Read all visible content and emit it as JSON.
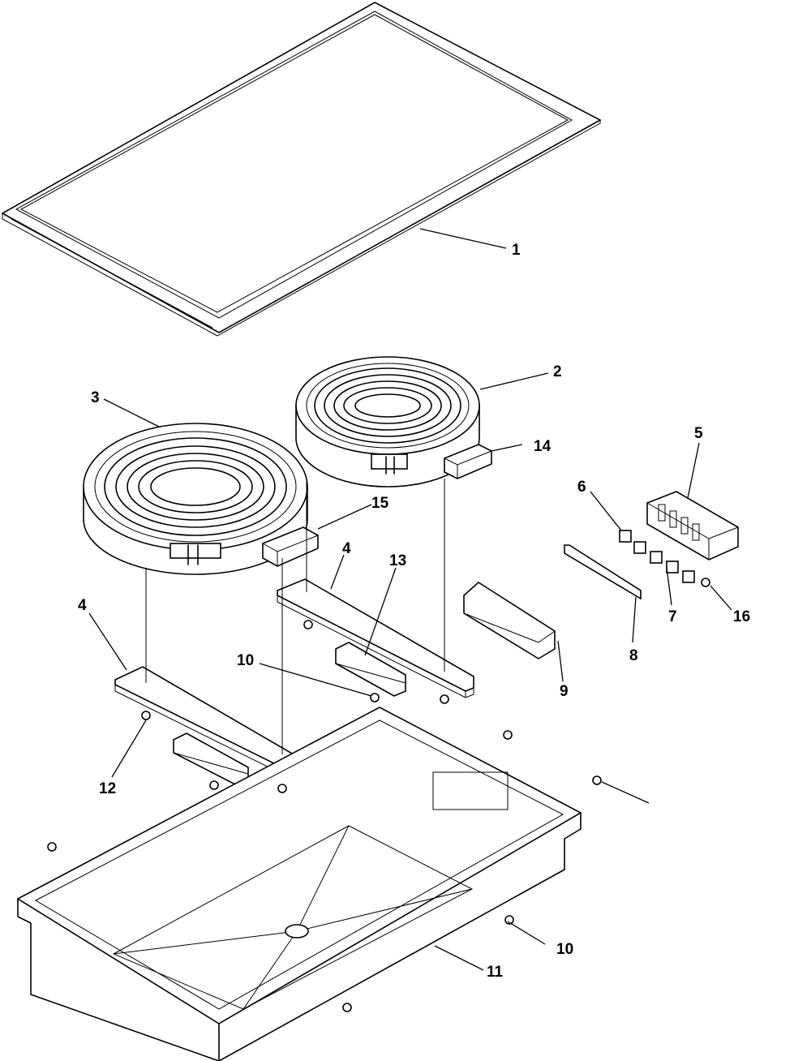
{
  "callouts": [
    {
      "id": "1",
      "label": "1"
    },
    {
      "id": "2",
      "label": "2"
    },
    {
      "id": "3",
      "label": "3"
    },
    {
      "id": "4a",
      "label": "4"
    },
    {
      "id": "4b",
      "label": "4"
    },
    {
      "id": "5",
      "label": "5"
    },
    {
      "id": "6",
      "label": "6"
    },
    {
      "id": "7",
      "label": "7"
    },
    {
      "id": "8",
      "label": "8"
    },
    {
      "id": "9",
      "label": "9"
    },
    {
      "id": "10a",
      "label": "10"
    },
    {
      "id": "10b",
      "label": "10"
    },
    {
      "id": "11",
      "label": "11"
    },
    {
      "id": "12",
      "label": "12"
    },
    {
      "id": "13",
      "label": "13"
    },
    {
      "id": "14",
      "label": "14"
    },
    {
      "id": "15",
      "label": "15"
    },
    {
      "id": "16",
      "label": "16"
    }
  ]
}
